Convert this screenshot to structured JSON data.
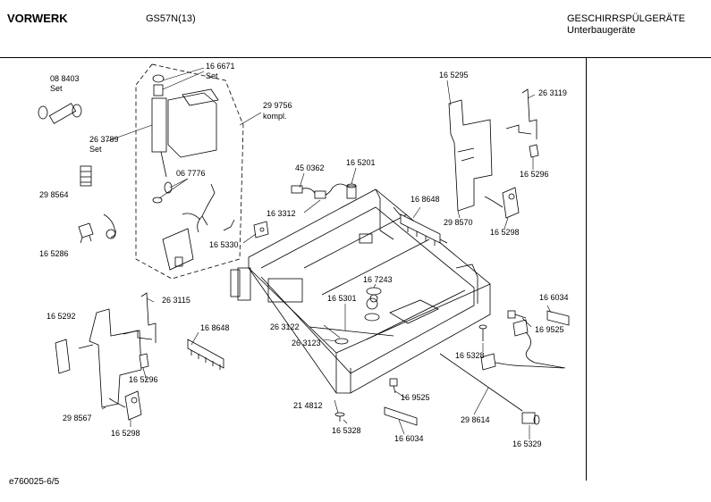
{
  "header": {
    "brand": "VORWERK",
    "model": "GS57N(13)",
    "category": "GESCHIRRSPÜLGERÄTE",
    "subcategory": "Unterbaugeräte"
  },
  "footer": {
    "code": "e760025-6/5"
  },
  "labels": {
    "p088403": "08 8403",
    "set1": "Set",
    "p166671": "16 6671",
    "set2": "Set",
    "p299756": "29 9756",
    "kompl": "kompl.",
    "p263789": "26 3789",
    "set3": "Set",
    "p298564": "29 8564",
    "p067776": "06 7776",
    "p165286": "16 5286",
    "p450362": "45 0362",
    "p165201": "16 5201",
    "p163312": "16 3312",
    "p165330": "16 5330",
    "p165295": "16 5295",
    "p263119": "26 3119",
    "p165296a": "16 5296",
    "p168648a": "16 8648",
    "p298570": "29 8570",
    "p165298a": "16 5298",
    "p167243": "16 7243",
    "p165301": "16 5301",
    "p263122": "26 3122",
    "p263123": "26 3123",
    "p263115": "26 3115",
    "p165292": "16 5292",
    "p168648b": "16 8648",
    "p165296b": "16 5296",
    "p298567": "29 8567",
    "p165298b": "16 5298",
    "p166034a": "16 6034",
    "p169525a": "16 9525",
    "p165328a": "16 5328",
    "p169525b": "16 9525",
    "p214812": "21 4812",
    "p165328b": "16 5328",
    "p166034b": "16 6034",
    "p298614": "29 8614",
    "p165329": "16 5329"
  }
}
